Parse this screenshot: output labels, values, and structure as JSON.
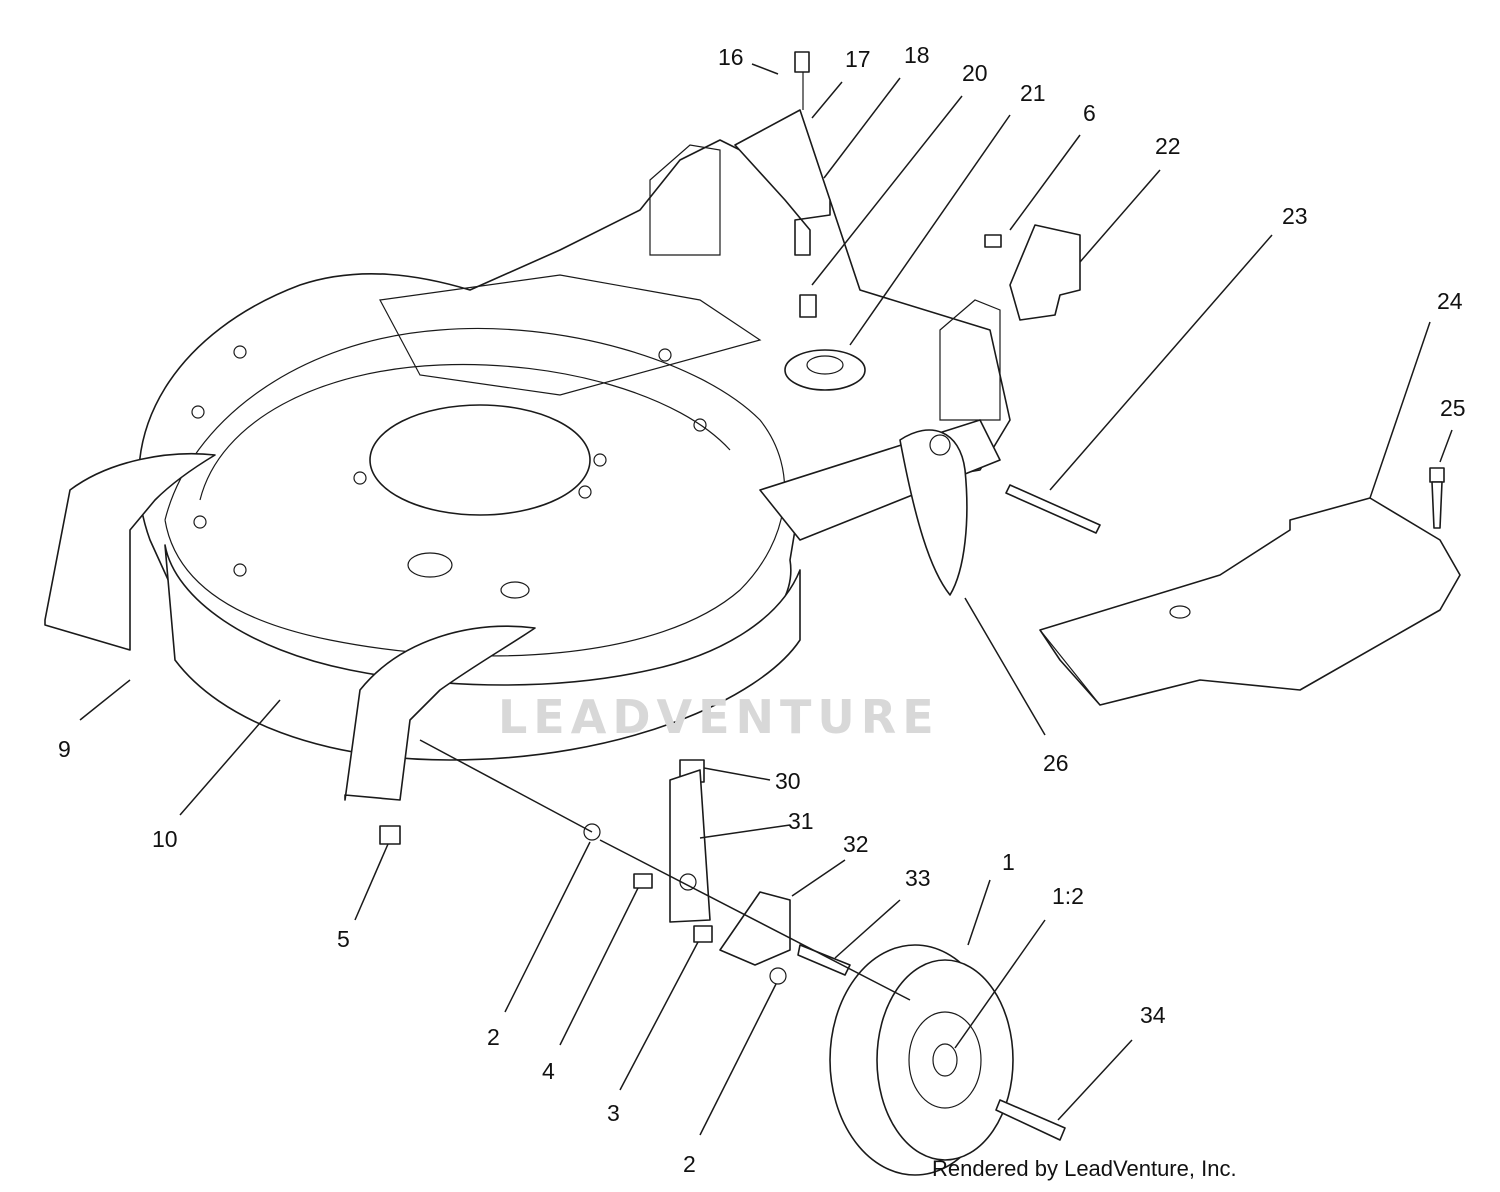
{
  "callouts": {
    "c16": "16",
    "c17": "17",
    "c18": "18",
    "c20": "20",
    "c21": "21",
    "c6": "6",
    "c22": "22",
    "c23": "23",
    "c24": "24",
    "c25": "25",
    "c9": "9",
    "c10": "10",
    "c26": "26",
    "c30": "30",
    "c31": "31",
    "c5": "5",
    "c32": "32",
    "c33": "33",
    "c1": "1",
    "c1_2": "1:2",
    "c2a": "2",
    "c4": "4",
    "c3": "3",
    "c2b": "2",
    "c34": "34"
  },
  "watermark": "LEADVENTURE",
  "credit": "Rendered by LeadVenture, Inc.",
  "colors": {
    "line": "#1a1a1a",
    "watermark": "#d8d8d8",
    "background": "#ffffff"
  }
}
